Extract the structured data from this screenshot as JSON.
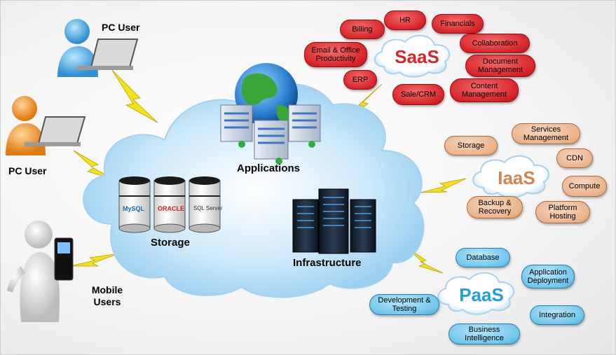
{
  "users": {
    "pc_user_1": "PC User",
    "pc_user_2": "PC User",
    "mobile": "Mobile Users"
  },
  "cloud": {
    "applications": "Applications",
    "storage": "Storage",
    "infrastructure": "Infrastructure",
    "db_labels": [
      "MySQL",
      "ORACLE",
      "SQL Server"
    ]
  },
  "saas": {
    "title": "SaaS",
    "color": "#d8252b",
    "items": [
      "HR",
      "Financials",
      "Billing",
      "Collaboration",
      "Email & Office Productivity",
      "Document Management",
      "ERP",
      "Sale/CRM",
      "Content Management"
    ]
  },
  "iaas": {
    "title": "IaaS",
    "color": "#d0844f",
    "items": [
      "Services Management",
      "Storage",
      "CDN",
      "Compute",
      "Backup & Recovery",
      "Platform Hosting"
    ]
  },
  "paas": {
    "title": "PaaS",
    "color": "#1fa0dc",
    "items": [
      "Database",
      "Application Deployment",
      "Development & Testing",
      "Integration",
      "Business Intelligence"
    ]
  }
}
